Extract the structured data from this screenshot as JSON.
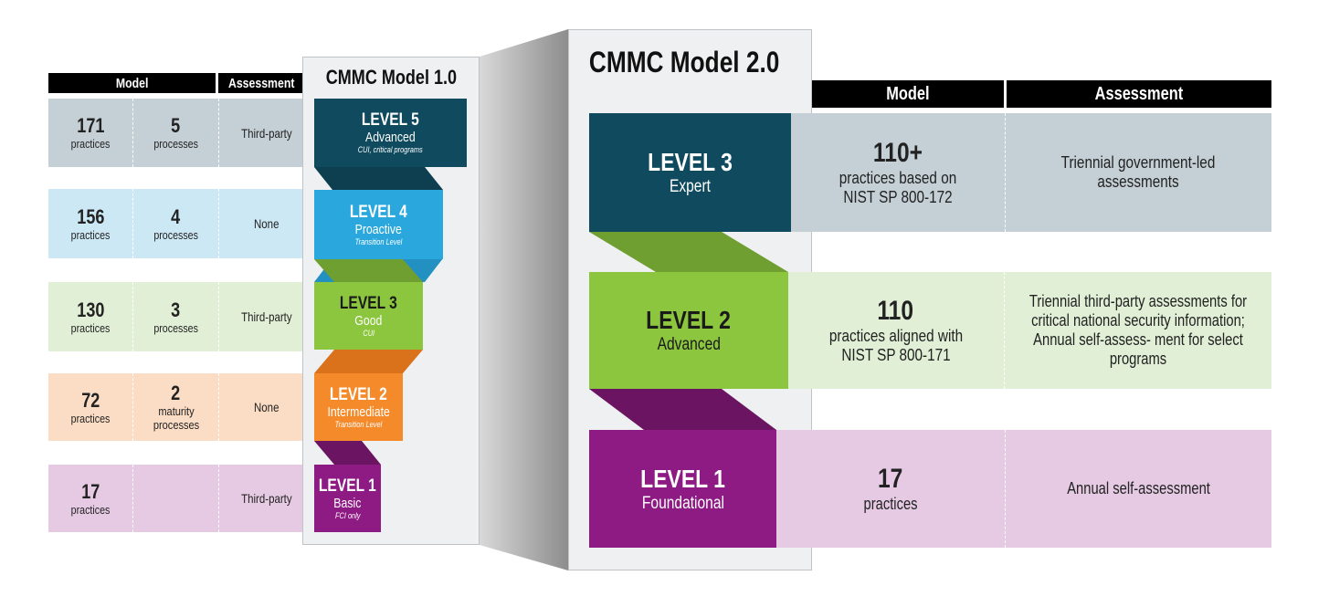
{
  "left": {
    "header": {
      "model": "Model",
      "assessment": "Assessment"
    },
    "rows": [
      {
        "practices_num": "171",
        "practices_label": "practices",
        "processes_num": "5",
        "processes_label": "processes",
        "assessment": "Third-party",
        "bg": "#c5d0d6"
      },
      {
        "practices_num": "156",
        "practices_label": "practices",
        "processes_num": "4",
        "processes_label": "processes",
        "assessment": "None",
        "bg": "#cde8f5"
      },
      {
        "practices_num": "130",
        "practices_label": "practices",
        "processes_num": "3",
        "processes_label": "processes",
        "assessment": "Third-party",
        "bg": "#e1efd6"
      },
      {
        "practices_num": "72",
        "practices_label": "practices",
        "processes_num": "2",
        "processes_label": "maturity processes",
        "assessment": "None",
        "bg": "#fbdcc4"
      },
      {
        "practices_num": "17",
        "practices_label": "practices",
        "processes_num": "",
        "processes_label": "",
        "assessment": "Third-party",
        "bg": "#e6cae4"
      }
    ]
  },
  "model1": {
    "title": "CMMC Model 1.0",
    "levels": [
      {
        "name": "LEVEL 5",
        "sub": "Advanced",
        "note": "CUI, critical programs",
        "color": "#0f4a5e"
      },
      {
        "name": "LEVEL 4",
        "sub": "Proactive",
        "note": "Transition Level",
        "color": "#2aa8de"
      },
      {
        "name": "LEVEL 3",
        "sub": "Good",
        "note": "CUI",
        "color": "#8cc63f"
      },
      {
        "name": "LEVEL 2",
        "sub": "Intermediate",
        "note": "Transition Level",
        "color": "#f58a2a"
      },
      {
        "name": "LEVEL 1",
        "sub": "Basic",
        "note": "FCI only",
        "color": "#8e1b84"
      }
    ]
  },
  "model2": {
    "title": "CMMC Model 2.0",
    "levels": [
      {
        "name": "LEVEL 3",
        "sub": "Expert",
        "color": "#0f4a5e"
      },
      {
        "name": "LEVEL 2",
        "sub": "Advanced",
        "color": "#8cc63f"
      },
      {
        "name": "LEVEL 1",
        "sub": "Foundational",
        "color": "#8e1b84"
      }
    ]
  },
  "right": {
    "header": {
      "model": "Model",
      "assessment": "Assessment"
    },
    "rows": [
      {
        "num": "110+",
        "text": "practices based on NIST SP 800-172",
        "assessment": "Triennial government-led assessments",
        "bg": "#c5d0d6"
      },
      {
        "num": "110",
        "text": "practices aligned with NIST SP 800-171",
        "assessment": "Triennial third-party assessments for critical national security information; Annual self-assess- ment for select programs",
        "bg": "#e1efd6"
      },
      {
        "num": "17",
        "text": "practices",
        "assessment": "Annual self-assessment",
        "bg": "#e6cae4"
      }
    ]
  }
}
